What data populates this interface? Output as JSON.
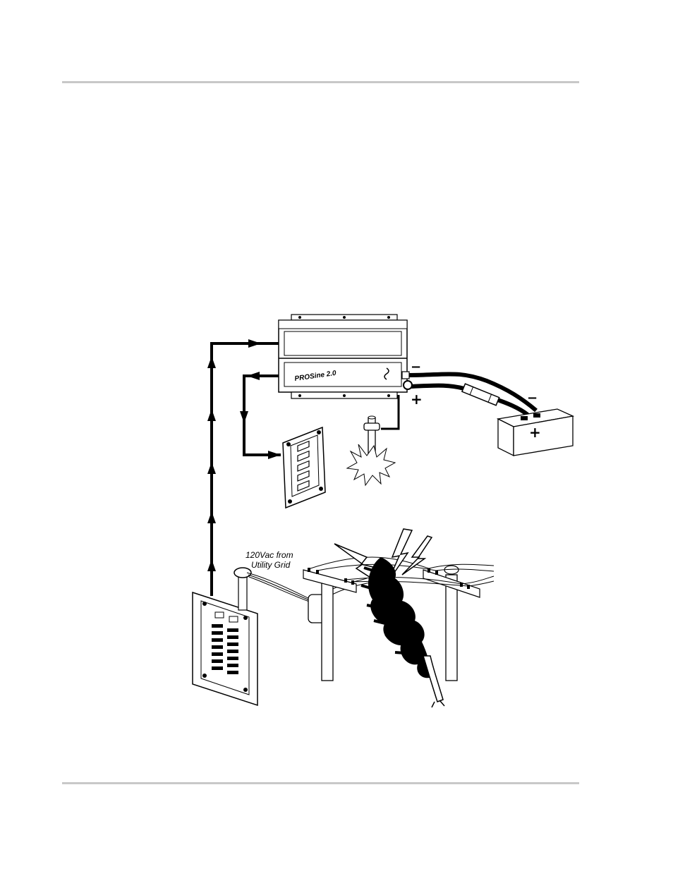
{
  "diagram": {
    "utility_label_line1": "120Vac from",
    "utility_label_line2": "Utility Grid",
    "inverter_brand": "PROSine 2.0",
    "inverter_neg_sign": "−",
    "inverter_pos_sign": "+",
    "battery_neg_sign": "−",
    "battery_pos_sign": "+"
  },
  "colors": {
    "rule": "#c8c8c8",
    "ink": "#000000",
    "background": "#ffffff"
  },
  "icons": [
    "inverter-icon",
    "battery-icon",
    "ground-rod-icon",
    "sub-panel-icon",
    "main-panel-icon",
    "utility-poles-icon",
    "fallen-tree-icon",
    "lightning-icon"
  ]
}
